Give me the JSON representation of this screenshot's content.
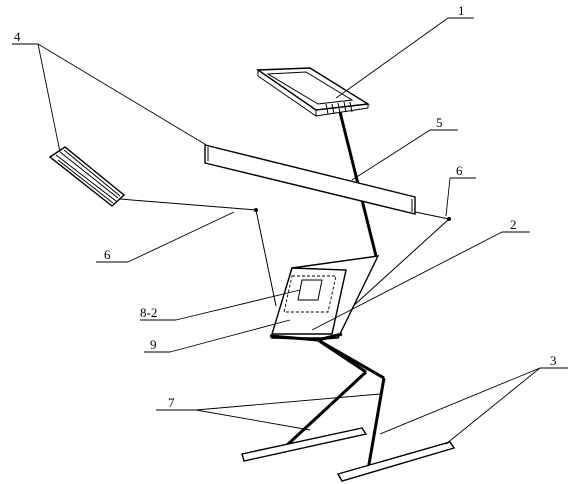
{
  "labels": {
    "l1": "1",
    "l2": "2",
    "l3": "3",
    "l4": "4",
    "l5": "5",
    "l6a": "6",
    "l6b": "6",
    "l7": "7",
    "l8_2": "8-2",
    "l9": "9"
  }
}
